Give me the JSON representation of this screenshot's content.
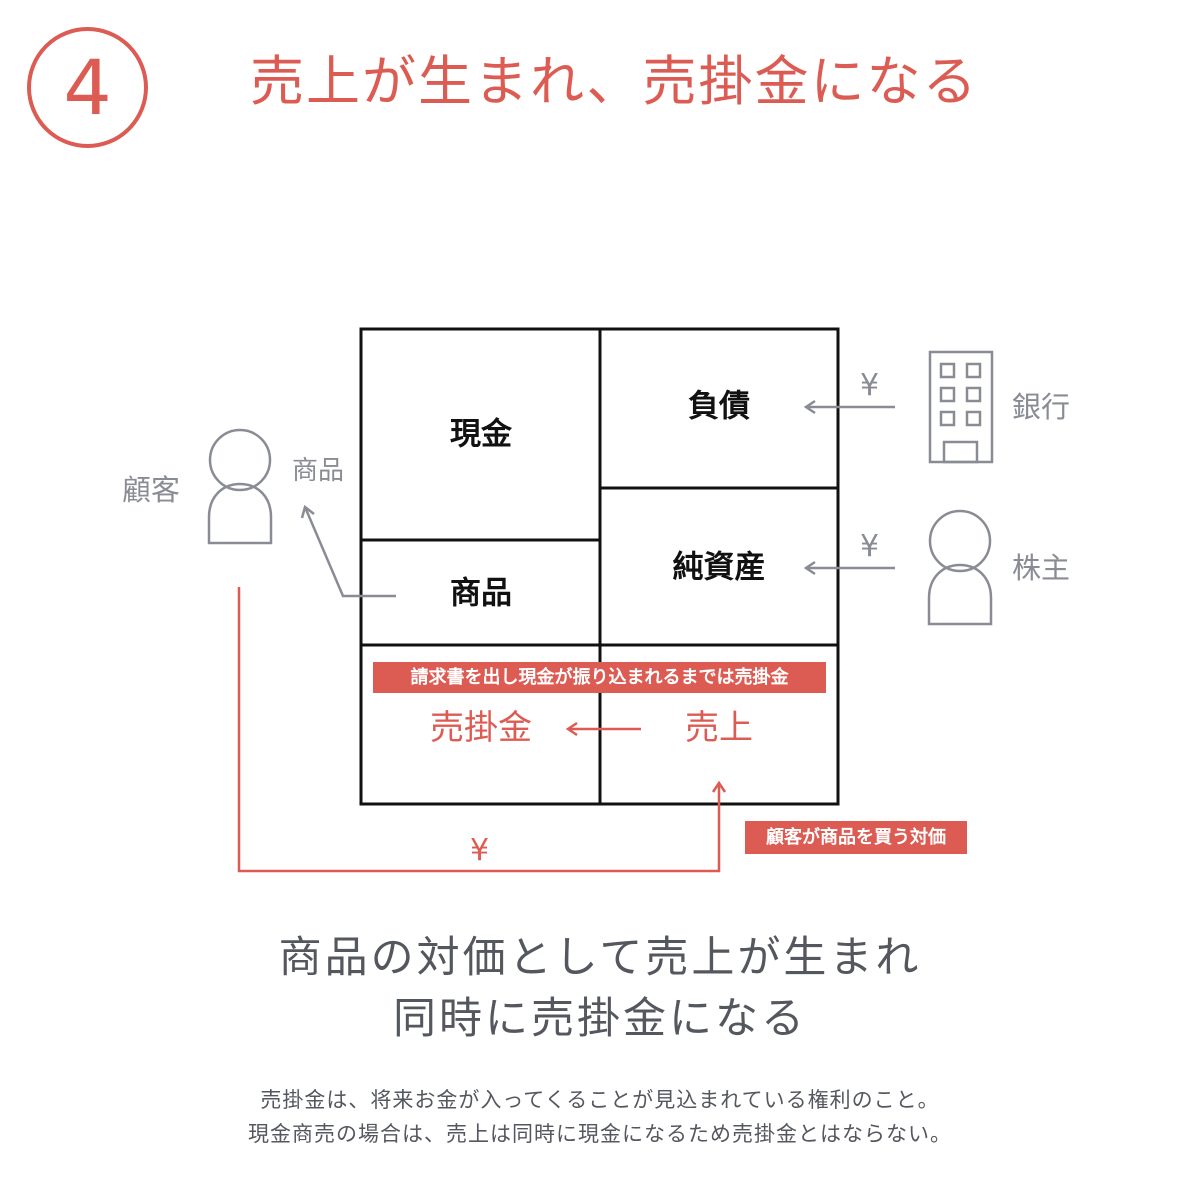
{
  "header": {
    "step_number": "4",
    "title": "売上が生まれ、売掛金になる"
  },
  "balance_sheet": {
    "cash": "現金",
    "goods": "商品",
    "liabilities": "負債",
    "net_assets": "純資産",
    "receivable": "売掛金",
    "sales": "売上",
    "invoice_note": "請求書を出し現金が振り込まれるまでは売掛金"
  },
  "actors": {
    "customer": "顧客",
    "goods_out": "商品",
    "bank": "銀行",
    "shareholder": "株主"
  },
  "flows": {
    "yen_bank": "¥",
    "yen_shareholder": "¥",
    "yen_customer": "¥",
    "payment_note": "顧客が商品を買う対価"
  },
  "summary": {
    "line1": "商品の対価として売上が生まれ",
    "line2": "同時に売掛金になる"
  },
  "footnote": {
    "line1": "売掛金は、将来お金が入ってくることが見込まれている権利のこと。",
    "line2": "現金商売の場合は、売上は同時に現金になるため売掛金とはならない。"
  },
  "colors": {
    "accent": "#dc5c53",
    "grey": "#8a8c95",
    "text": "#111111",
    "muted_text": "#55575f"
  }
}
